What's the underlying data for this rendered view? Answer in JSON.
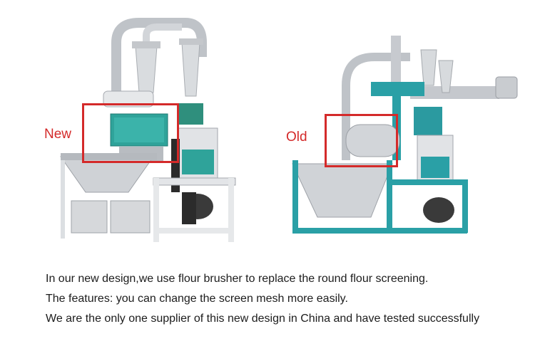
{
  "labels": {
    "new": "New",
    "old": "Old"
  },
  "captions": [
    "In our new design,we use flour brusher to replace the round flour screening.",
    "The features: you can change the screen mesh more easily.",
    "We are the only one supplier of this new design in China and have tested successfully"
  ],
  "colors": {
    "highlight": "#d42a2a",
    "new_machine_panel": "#2fa39a",
    "old_machine_frame": "#2aa0a6",
    "steel": "#c9ccd0",
    "text": "#1c1c1c"
  }
}
